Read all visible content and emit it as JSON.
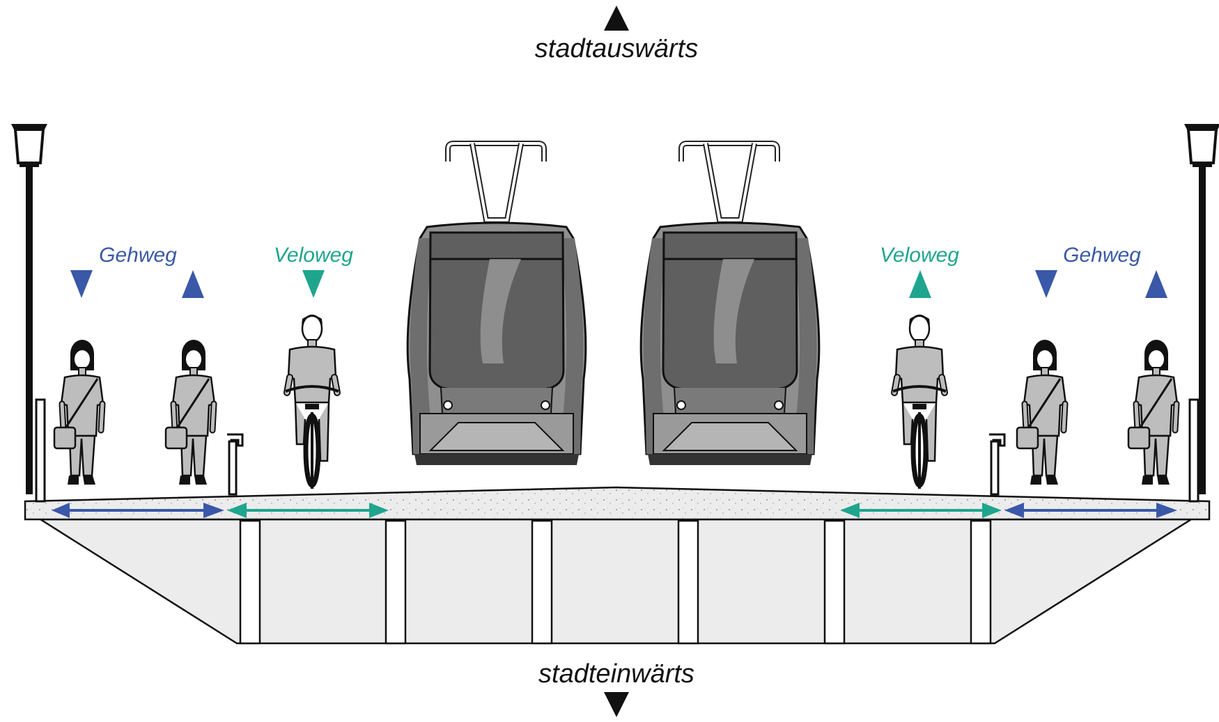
{
  "directions": {
    "outbound": "stadtauswärts",
    "inbound": "stadteinwärts"
  },
  "lanes": {
    "left_sidewalk": "Gehweg",
    "left_bikeway": "Veloweg",
    "right_bikeway": "Veloweg",
    "right_sidewalk": "Gehweg"
  },
  "colors": {
    "sidewalk": "#3a58a8",
    "bikeway": "#1fa58e",
    "tram_body": "#8f8f8f",
    "tram_window": "#5f5f5f",
    "figure": "#bdbdbd",
    "deck": "#ececec"
  },
  "icons": [
    "street-lamp-icon",
    "pedestrian-icon",
    "cyclist-icon",
    "tram-icon",
    "bollard-icon",
    "direction-arrow-icon"
  ]
}
